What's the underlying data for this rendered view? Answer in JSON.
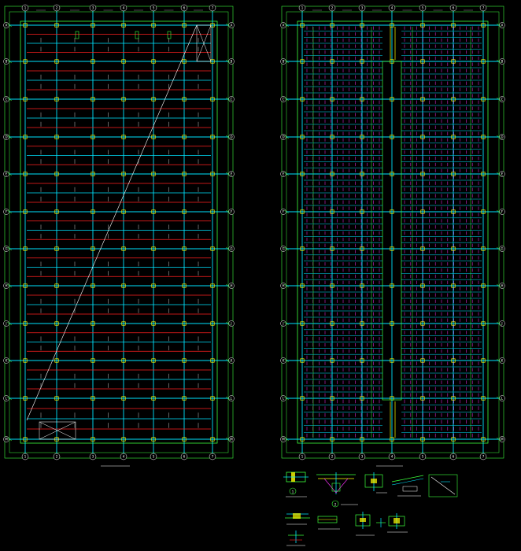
{
  "colors": {
    "background": "#000000",
    "column_line": "#00e5ff",
    "frame_green": "#3cff3c",
    "purlin_red": "#ff2020",
    "brace_magenta": "#ff33ff",
    "column_yellow": "#ffff00",
    "text_white": "#ffffff"
  },
  "plans": {
    "left": {
      "title": "",
      "subtitle": ""
    },
    "right": {
      "title": "",
      "subtitle": ""
    }
  },
  "axes": {
    "top": [
      "1",
      "2",
      "3",
      "4",
      "5",
      "6",
      "7"
    ],
    "side": [
      "A",
      "B",
      "C",
      "D",
      "E",
      "F",
      "G",
      "H",
      "J",
      "K",
      "L",
      "M"
    ]
  },
  "details": [
    {
      "id": "detail-1",
      "mark": "1"
    },
    {
      "id": "detail-2",
      "mark": "2"
    },
    {
      "id": "detail-3",
      "mark": ""
    },
    {
      "id": "detail-4",
      "mark": ""
    },
    {
      "id": "detail-5",
      "mark": ""
    },
    {
      "id": "detail-6",
      "mark": ""
    },
    {
      "id": "detail-7",
      "mark": ""
    },
    {
      "id": "detail-8",
      "mark": ""
    },
    {
      "id": "detail-9",
      "mark": ""
    },
    {
      "id": "detail-10",
      "mark": ""
    }
  ]
}
